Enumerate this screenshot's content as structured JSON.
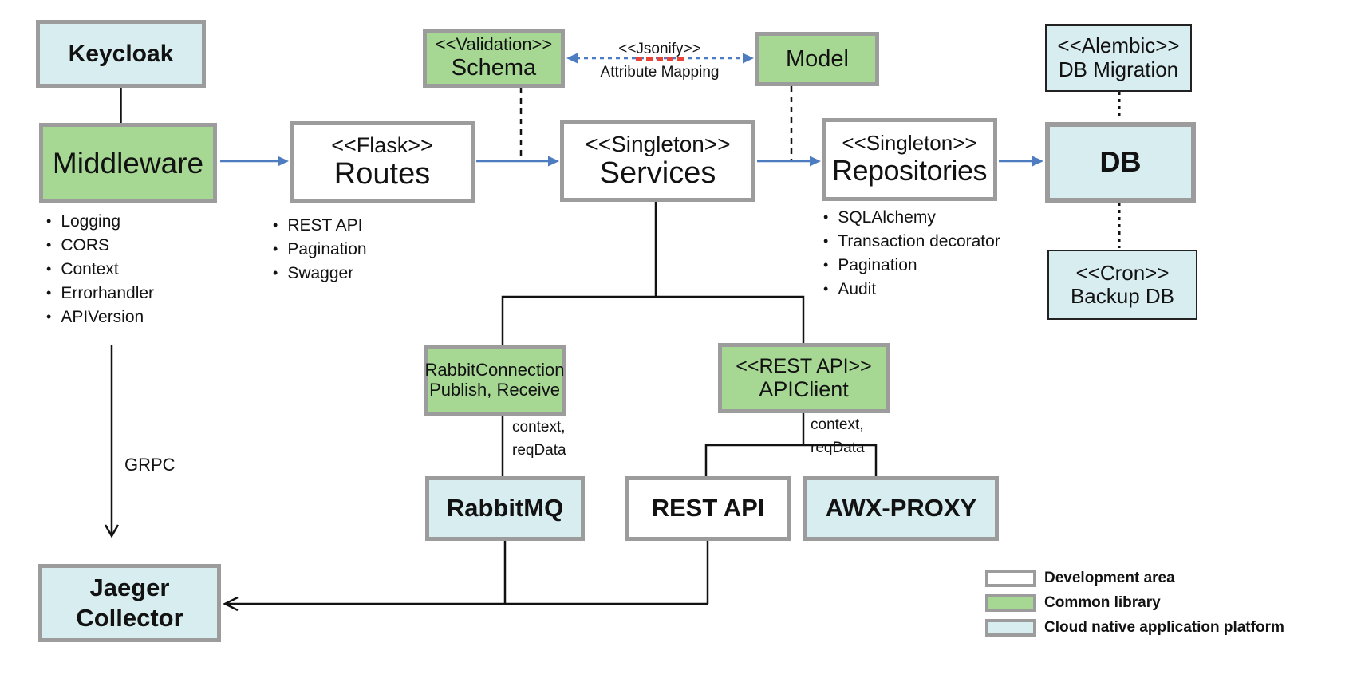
{
  "colors": {
    "common_library_green": "#a6d894",
    "cloud_platform_blue": "#d8edf0",
    "development_white": "#ffffff",
    "box_border_gray": "#9c9c9c",
    "arrow_blue": "#4d7cc0",
    "spellcheck_red": "#e8443a"
  },
  "nodes": {
    "keycloak": {
      "name": "Keycloak"
    },
    "middleware": {
      "name": "Middleware",
      "bullets": [
        "Logging",
        "CORS",
        "Context",
        "Errorhandler",
        "APIVersion"
      ]
    },
    "routes": {
      "stereotype": "<<Flask>>",
      "name": "Routes",
      "bullets": [
        "REST API",
        "Pagination",
        "Swagger"
      ]
    },
    "schema": {
      "stereotype": "<<Validation>>",
      "name": "Schema"
    },
    "model": {
      "name": "Model"
    },
    "services": {
      "stereotype": "<<Singleton>>",
      "name": "Services"
    },
    "repositories": {
      "stereotype": "<<Singleton>>",
      "name": "Repositories",
      "bullets": [
        "SQLAlchemy",
        "Transaction decorator",
        "Pagination",
        "Audit"
      ]
    },
    "db_migration": {
      "stereotype": "<<Alembic>>",
      "name": "DB Migration"
    },
    "db": {
      "name": "DB"
    },
    "backup_db": {
      "stereotype": "<<Cron>>",
      "name": "Backup DB"
    },
    "rabbit_connection": {
      "line1": "RabbitConnection",
      "line2": "Publish, Receive"
    },
    "api_client": {
      "stereotype": "<<REST API>>",
      "name": "APIClient"
    },
    "rabbitmq": {
      "name": "RabbitMQ"
    },
    "rest_api": {
      "name": "REST API"
    },
    "awx_proxy": {
      "name": "AWX-PROXY"
    },
    "jaeger_collector": {
      "line1": "Jaeger",
      "line2": "Collector"
    }
  },
  "edge_labels": {
    "jsonify_prefix": "<<",
    "jsonify_word": "Jsonify",
    "jsonify_suffix": ">>",
    "attribute_mapping": "Attribute Mapping",
    "grpc": "GRPC",
    "rabbit_ctx": [
      "context,",
      "reqData"
    ],
    "api_ctx": [
      "context,",
      "reqData"
    ]
  },
  "legend": {
    "items": [
      {
        "label": "Development area",
        "color": "#ffffff"
      },
      {
        "label": "Common library",
        "color": "#a6d894"
      },
      {
        "label": "Cloud native application platform",
        "color": "#d8edf0"
      }
    ]
  }
}
